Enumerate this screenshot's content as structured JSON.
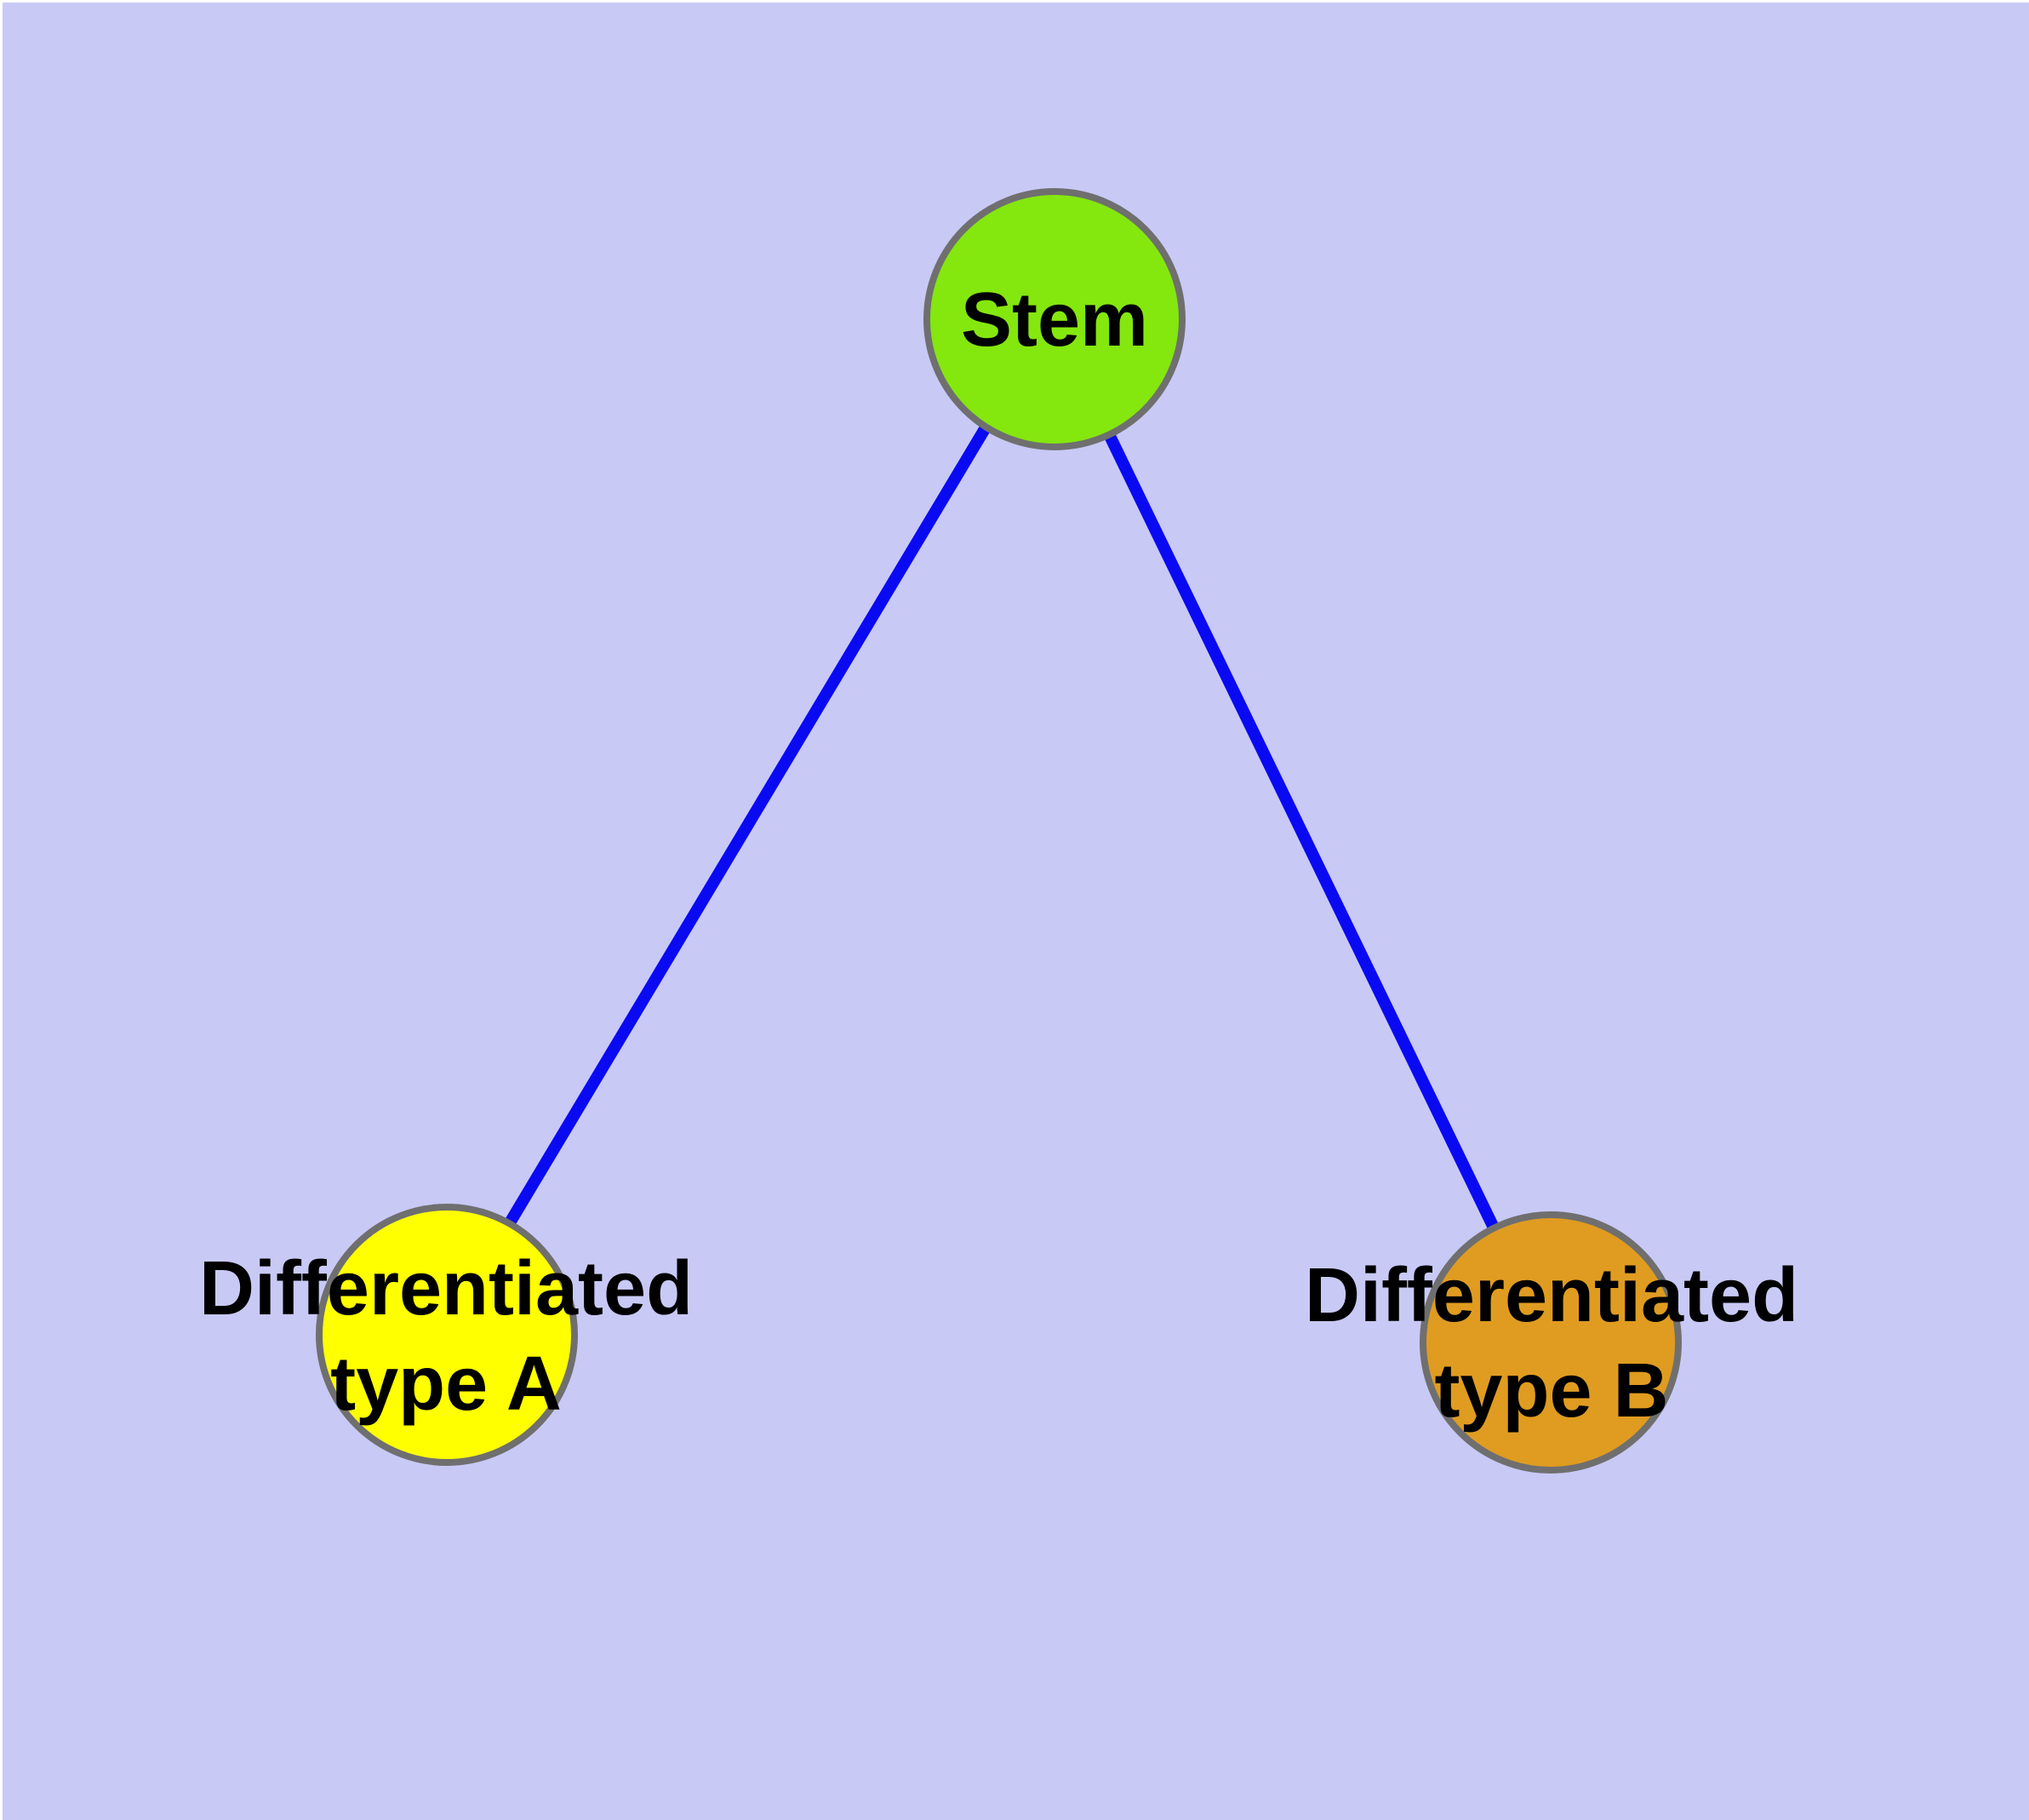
{
  "diagram": {
    "type": "graph",
    "background_color": "#c9c9f6",
    "edge_color": "#0a0af2",
    "node_border_color": "#6f6f6f",
    "label_color": "#000000",
    "nodes": [
      {
        "id": "stem",
        "label": "Stem",
        "color": "#84e70e"
      },
      {
        "id": "type-a",
        "label": "Differentiated\ntype A",
        "color": "#ffff00"
      },
      {
        "id": "type-b",
        "label": "Differentiated\ntype B",
        "color": "#e09c20"
      }
    ],
    "edges": [
      {
        "from": "stem",
        "to": "type-a"
      },
      {
        "from": "stem",
        "to": "type-b"
      }
    ]
  }
}
